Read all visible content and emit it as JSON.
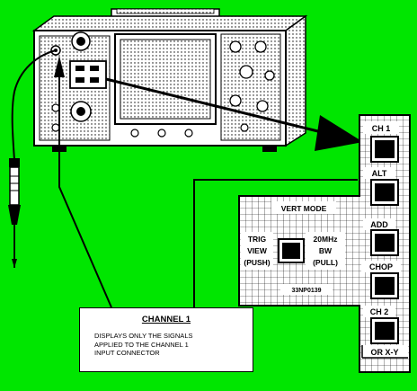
{
  "callout": {
    "title": "CHANNEL 1",
    "lines": [
      "DISPLAYS ONLY THE SIGNALS",
      "APPLIED TO THE CHANNEL 1",
      "INPUT CONNECTOR"
    ]
  },
  "panel": {
    "section_title": "VERT MODE",
    "buttons": [
      "CH 1",
      "ALT",
      "ADD",
      "CHOP",
      "CH 2"
    ],
    "ch2_suffix": "OR X-Y",
    "trig_view": [
      "TRIG",
      "VIEW",
      "(PUSH)"
    ],
    "bw_limit": [
      "20MHz",
      "BW",
      "(PULL)"
    ],
    "part_number": "33NP0139"
  },
  "colors": {
    "background": "#00e600",
    "ink": "#000000",
    "panel": "#ffffff"
  }
}
